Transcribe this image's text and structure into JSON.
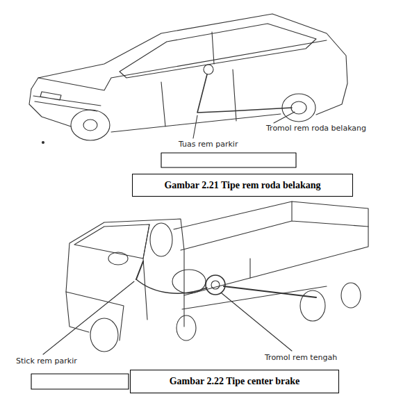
{
  "diagram": {
    "nodes": [
      {
        "text": [
          "Gambar 2.21 Tipe rem roda belakang"
        ]
      },
      {
        "text": [
          "Gambar 2.22 Tipe center brake"
        ]
      }
    ],
    "labels": [
      "Tromol rem roda belakang",
      "Tuas rem parkir",
      "Stick rem parkir",
      "Tromol rem tengah"
    ]
  }
}
